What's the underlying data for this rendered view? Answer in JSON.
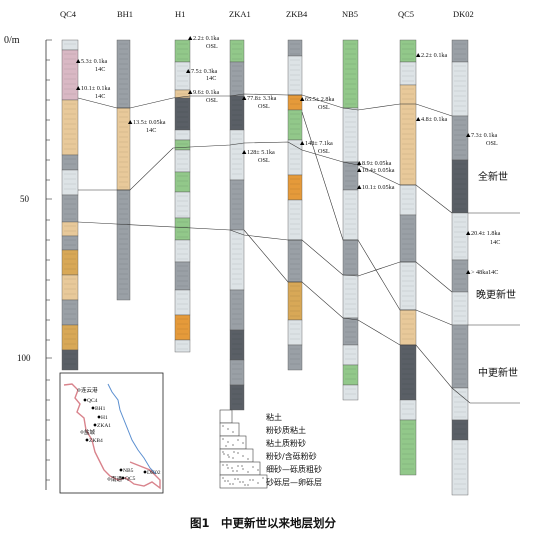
{
  "title": "图1　中更新世以来地层划分",
  "depth_axis": {
    "unit_label": "0/m",
    "ticks": [
      "50",
      "100"
    ]
  },
  "colors": {
    "tan": "#e8c99a",
    "ochre": "#d8a857",
    "orange": "#e59a3a",
    "green": "#92c88a",
    "gray": "#9aa0a6",
    "dark": "#5a5f66",
    "light": "#dde3e6",
    "pink": "#d9b8c4",
    "blue": "#6b8fc9"
  },
  "columns": [
    {
      "name": "QC4"
    },
    {
      "name": "BH1"
    },
    {
      "name": "H1"
    },
    {
      "name": "ZKA1"
    },
    {
      "name": "ZKB4"
    },
    {
      "name": "NB5"
    },
    {
      "name": "QC5"
    },
    {
      "name": "DK02"
    }
  ],
  "dates": [
    "5.3± 0.1ka",
    "14C",
    "10.1± 0.1ka",
    "14C",
    "13.5± 0.05ka",
    "14C",
    "2.2± 0.1ka",
    "OSL",
    "7.5± 0.3ka",
    "14C",
    "9.6± 0.1ka",
    "OSL",
    "77.8± 3.3ka",
    "OSL",
    "128± 5.1ka",
    "OSL",
    "65.5± 2.8ka",
    "OSL",
    "148± 7.1ka",
    "OSL",
    "8.9± 0.05ka",
    "10.4± 0.05ka",
    "10.1± 0.05ka",
    "2.2± 0.1ka",
    "4.8± 0.1ka",
    "7.3± 0.1ka",
    "OSL",
    "20.4± 1.8ka",
    "14C",
    "> 48ka14C"
  ],
  "units": [
    "全新世",
    "晚更新世",
    "中更新世"
  ],
  "legend": [
    "粘土",
    "粉砂质粘土",
    "粘土质粉砂",
    "粉砂/含砾粉砂",
    "细砂—砾质粗砂",
    "砂砾层—卵砾层"
  ],
  "inset_map": {
    "labels": [
      "连云港",
      "QC4",
      "BH1",
      "H1",
      "ZKA1",
      "盐城",
      "ZKB4",
      "NB5",
      "南通",
      "QC5",
      "DK02"
    ]
  }
}
